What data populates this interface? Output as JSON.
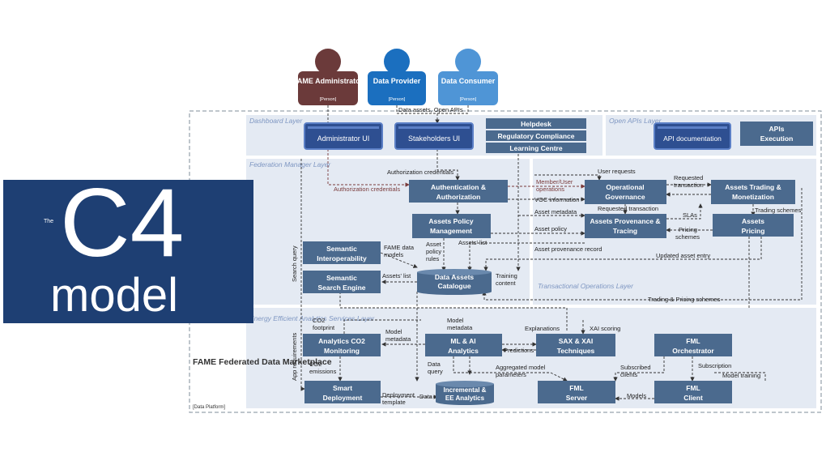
{
  "actors": [
    {
      "name": "FAME Administrator",
      "type": "[Person]",
      "color": "#6b3a3a"
    },
    {
      "name": "Data Provider",
      "type": "[Person]",
      "color": "#1b6fbf"
    },
    {
      "name": "Data Consumer",
      "type": "[Person]",
      "color": "#4f95d6"
    }
  ],
  "system": {
    "title": "FAME Federated Data Marketplace",
    "type": "[Data Platform]"
  },
  "layers": [
    {
      "id": "dashboard",
      "label": "Dashboard Layer"
    },
    {
      "id": "openapis",
      "label": "Open APIs Layer"
    },
    {
      "id": "federation",
      "label": "Federation Manager Layer"
    },
    {
      "id": "transactional",
      "label": "Transactional Operations Layer"
    },
    {
      "id": "energy",
      "label": "Energy Efficient Analytics Services Layer"
    }
  ],
  "components": {
    "admin_ui": "Administrator UI",
    "stakeholders_ui": "Stakeholders UI",
    "helpdesk": "Helpdesk",
    "regulatory": "Regulatory Compliance",
    "learning": "Learning Centre",
    "api_doc": "API documentation",
    "apis_exec": "APIs Execution",
    "auth": "Authentication & Authorization",
    "op_gov": "Operational Governance",
    "trading": "Assets Trading & Monetization",
    "policy": "Assets Policy Management",
    "provenance": "Assets Provenance & Tracing",
    "pricing": "Assets Pricing",
    "sem_interop": "Semantic Interoperability",
    "sem_search": "Semantic Search Engine",
    "catalogue": "Data Assets Catalogue",
    "co2": "Analytics CO2 Monitoring",
    "ml": "ML & AI Analytics",
    "sax": "SAX & XAI Techniques",
    "fml_orch": "FML Orchestrator",
    "smart_deploy": "Smart Deployment",
    "incremental": "Incremental & EE Analytics",
    "fml_server": "FML Server",
    "fml_client": "FML Client"
  },
  "labels": {
    "data_assets_open_apis": "Data assets, Open APIs",
    "auth_credentials_1": "Authorization credentials",
    "auth_credentials_2": "Authorization credentials",
    "member_user_ops": "Member/User operations",
    "user_requests": "User requests",
    "requested_transaction_1": "Requested transaction",
    "requested_transaction_2": "Requested transaction",
    "voc_info": "VOC information",
    "asset_metadata": "Asset metadata",
    "slas": "SLAs",
    "trading_schemes": "Trading schemes",
    "asset_policy": "Asset policy",
    "pricing_schemes": "Pricing schemes",
    "asset_provenance_record": "Asset provenance record",
    "updated_asset_entry": "Updated asset entry",
    "fame_data_models": "FAME data models",
    "asset_policy_rules": "Asset policy rules",
    "assets_list_1": "Assets' list",
    "assets_list_2": "Assets' list",
    "training_content": "Training content",
    "search_query": "Search query",
    "trading_pricing_schemes": "Trading & Pricing schemes",
    "co2_footprint": "CO2 footprint",
    "model_metadata_1": "Model metadata",
    "model_metadata_2": "Model metadata",
    "explanations": "Explanations",
    "xai_scoring": "XAI scoring",
    "predictions": "Predictions",
    "co2_emissions": "CO2 emissions",
    "aggregated_params": "Aggregated model parameters",
    "subscribed_clients": "Subscribed clients",
    "subscription": "Subscription",
    "model_training": "Model training",
    "data_query": "Data query",
    "deployment_template": "Deployment template",
    "data": "Data",
    "models": "Models",
    "app_requirements": "App requirements"
  },
  "logo": {
    "the": "The",
    "c4": "C4",
    "model": "model"
  },
  "colors": {
    "box": "#4b6a8e",
    "box_dark": "#2e4a70",
    "ui_box": "#2e4f91",
    "layer": "#e4eaf3",
    "border": "#7f8c99",
    "layer_text": "#7f97c2"
  }
}
